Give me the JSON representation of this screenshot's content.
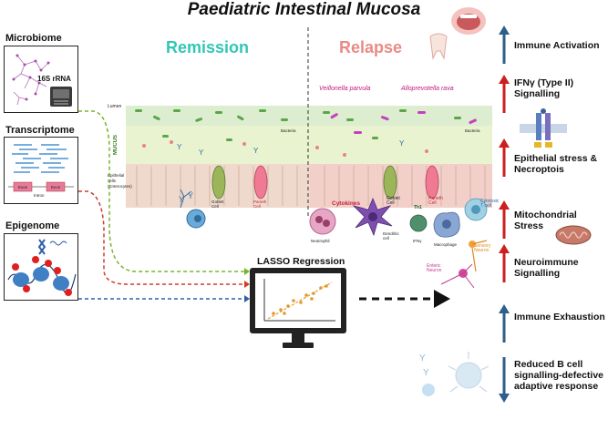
{
  "title": "Paediatric Intestinal Mucosa",
  "omics": [
    {
      "label": "Microbiome",
      "sublabel": "16S rRNA"
    },
    {
      "label": "Transcriptome",
      "exon_label": "Exon",
      "intron_label": "Intron"
    },
    {
      "label": "Epigenome"
    }
  ],
  "phases": {
    "remission": {
      "label": "Remission",
      "color": "#33c6b6"
    },
    "relapse": {
      "label": "Relapse",
      "color": "#e88b86"
    }
  },
  "gut_labels": {
    "lumen": "Lumen",
    "mucus": "MUCUS",
    "epithelial": "Epithelial cells (Enterocytes)",
    "bacteria": "Bacteria",
    "goblet": "Goblet Cell",
    "paneth": "Paneth Cell"
  },
  "relapse_labels": {
    "pathogen1": "Veillonella parvula",
    "pathogen2": "Alloprevotella rava",
    "cytokines": "Cytokines",
    "neutrophil": "Neutrophil",
    "dendritic": "Dendritic cell",
    "goblet": "Goblet Cell",
    "paneth": "Paneth Cell",
    "th1": "Th1",
    "cytotoxic": "Cytotoxic T cell",
    "macrophage": "Macrophage",
    "sensory": "Sensory Neuron",
    "enteric": "Enteric Neuron",
    "ifn": "IFNγ"
  },
  "model": {
    "label": "LASSO Regression"
  },
  "effects": [
    {
      "text": "Immune Activation",
      "direction": "up",
      "color": "#2e5f8a"
    },
    {
      "text": "IFNγ (Type II) Signalling",
      "direction": "up",
      "color": "#cc1f1f"
    },
    {
      "text": "Epithelial stress & Necroptois",
      "direction": "up",
      "color": "#cc1f1f"
    },
    {
      "text": "Mitochondrial Stress",
      "direction": "up",
      "color": "#cc1f1f"
    },
    {
      "text": "Neuroimmune Signalling",
      "direction": "up",
      "color": "#cc1f1f"
    },
    {
      "text": "Immune Exhaustion",
      "direction": "up",
      "color": "#2e5f8a"
    },
    {
      "text": "Reduced B cell signalling-defective adaptive response",
      "direction": "down",
      "color": "#2e5f8a"
    }
  ],
  "colors": {
    "microbiome_line": "#7ab32e",
    "transcriptome_line": "#d23b2b",
    "epigenome_line": "#2f5fa8"
  }
}
